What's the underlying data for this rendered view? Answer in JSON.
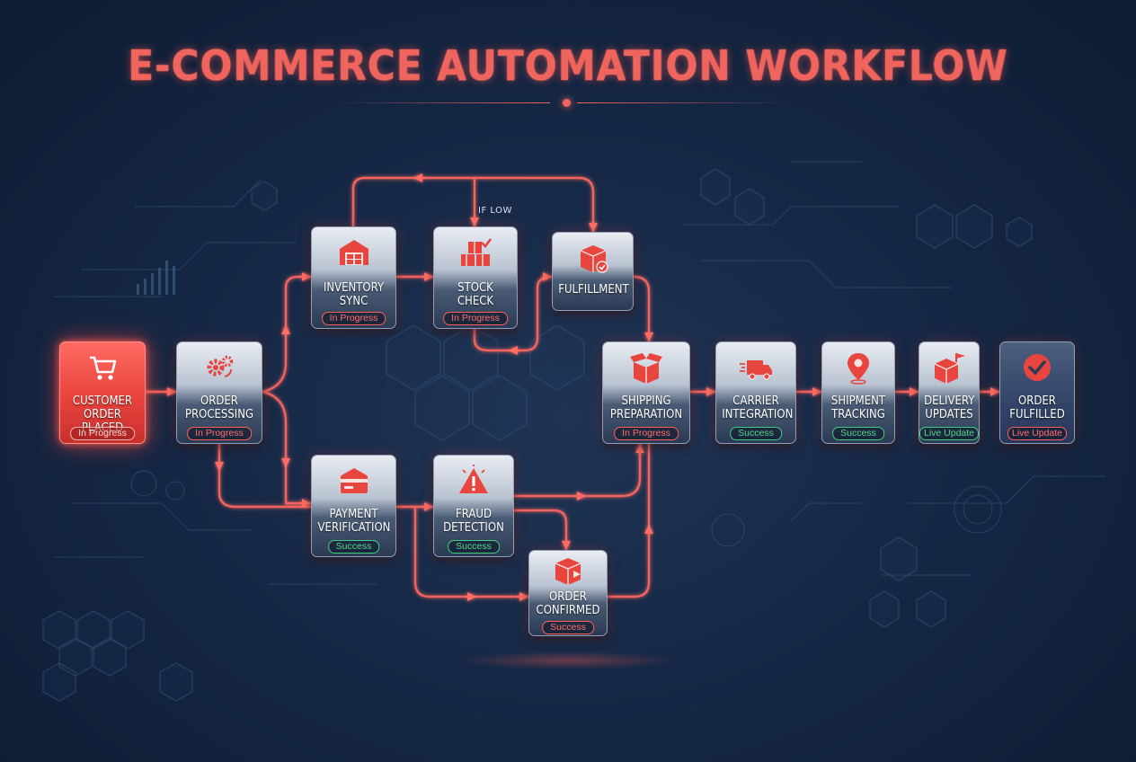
{
  "title": "E-COMMERCE AUTOMATION WORKFLOW",
  "branch_label": "IF LOW",
  "colors": {
    "accent": "#f0645e",
    "success": "#3fcf7c",
    "background": "#152642"
  },
  "nodes": {
    "customer_order": {
      "label_1": "CUSTOMER",
      "label_2": "ORDER PLACED",
      "status": "In Progress",
      "icon": "shopping-cart-icon"
    },
    "order_processing": {
      "label_1": "ORDER",
      "label_2": "PROCESSING",
      "status": "In Progress",
      "icon": "gears-icon"
    },
    "inventory_sync": {
      "label_1": "INVENTORY",
      "label_2": "SYNC",
      "status": "In Progress",
      "icon": "warehouse-icon"
    },
    "stock_check": {
      "label_1": "STOCK CHECK",
      "status": "In Progress",
      "icon": "boxes-check-icon"
    },
    "fulfillment": {
      "label_1": "FULFILLMENT",
      "icon": "package-check-icon"
    },
    "payment_verification": {
      "label_1": "PAYMENT",
      "label_2": "VERIFICATION",
      "status": "Success",
      "icon": "credit-card-icon"
    },
    "fraud_detection": {
      "label_1": "FRAUD",
      "label_2": "DETECTION",
      "status": "Success",
      "icon": "warning-icon"
    },
    "order_confirmed": {
      "label_1": "ORDER",
      "label_2": "CONFIRMED",
      "status": "Success",
      "icon": "box-icon"
    },
    "shipping_preparation": {
      "label_1": "SHIPPING",
      "label_2": "PREPARATION",
      "status": "In Progress",
      "icon": "open-box-icon"
    },
    "carrier_integration": {
      "label_1": "CARRIER",
      "label_2": "INTEGRATION",
      "status": "Success",
      "icon": "truck-icon"
    },
    "shipment_tracking": {
      "label_1": "SHIPMENT",
      "label_2": "TRACKING",
      "status": "Success",
      "icon": "location-pin-icon"
    },
    "delivery_updates": {
      "label_1": "DELIVERY",
      "label_2": "UPDATES",
      "status": "Live Update",
      "icon": "box-flag-icon"
    },
    "order_fulfilled": {
      "label_1": "ORDER",
      "label_2": "FULFILLED",
      "status": "Live Update",
      "icon": "check-circle-icon"
    }
  }
}
